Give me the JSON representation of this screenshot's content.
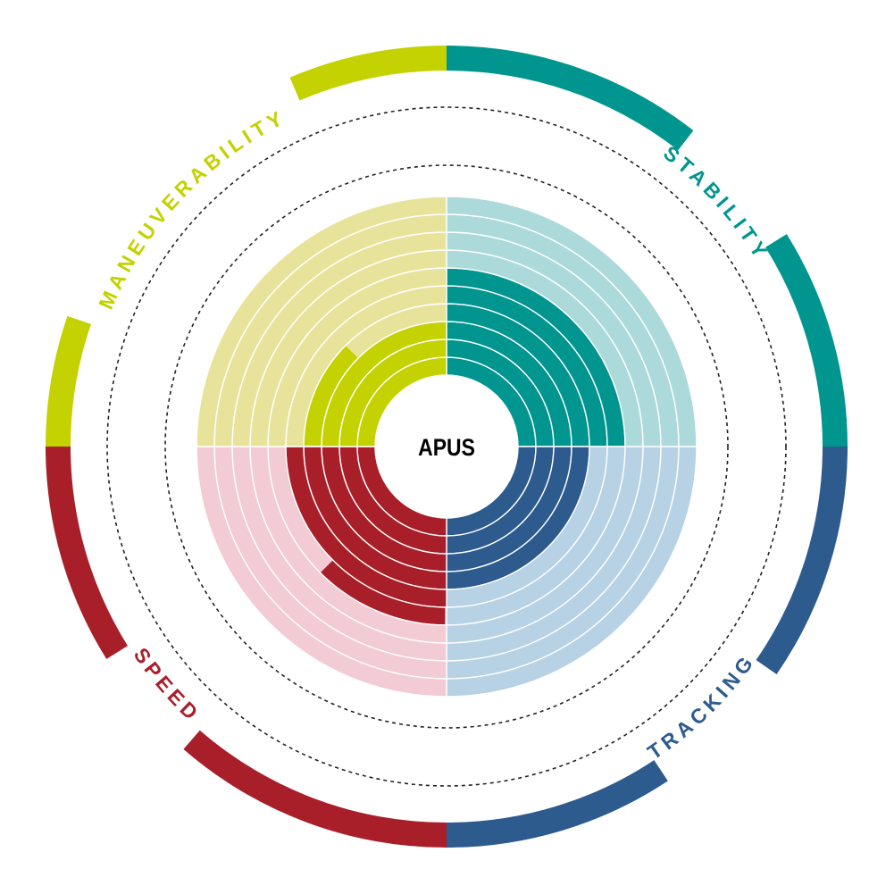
{
  "chart_data": {
    "type": "radial-bar",
    "title": "APUS",
    "max_value": 10,
    "categories": [
      "STABILITY",
      "TRACKING",
      "SPEED",
      "MANEUVERABILITY"
    ],
    "values": [
      6,
      4,
      5.5,
      3.5
    ],
    "series": [
      {
        "name": "STABILITY",
        "value": 6,
        "color": "#00968f",
        "pale_color": "#acdadb"
      },
      {
        "name": "TRACKING",
        "value": 4,
        "color": "#2d5b8e",
        "pale_color": "#b6d2e4"
      },
      {
        "name": "SPEED",
        "value": 5.5,
        "color": "#a81f2a",
        "pale_color": "#f2cbd4"
      },
      {
        "name": "MANEUVERABILITY",
        "value": 3.5,
        "color": "#c3d200",
        "pale_color": "#e8e39b"
      }
    ],
    "grid": true
  }
}
